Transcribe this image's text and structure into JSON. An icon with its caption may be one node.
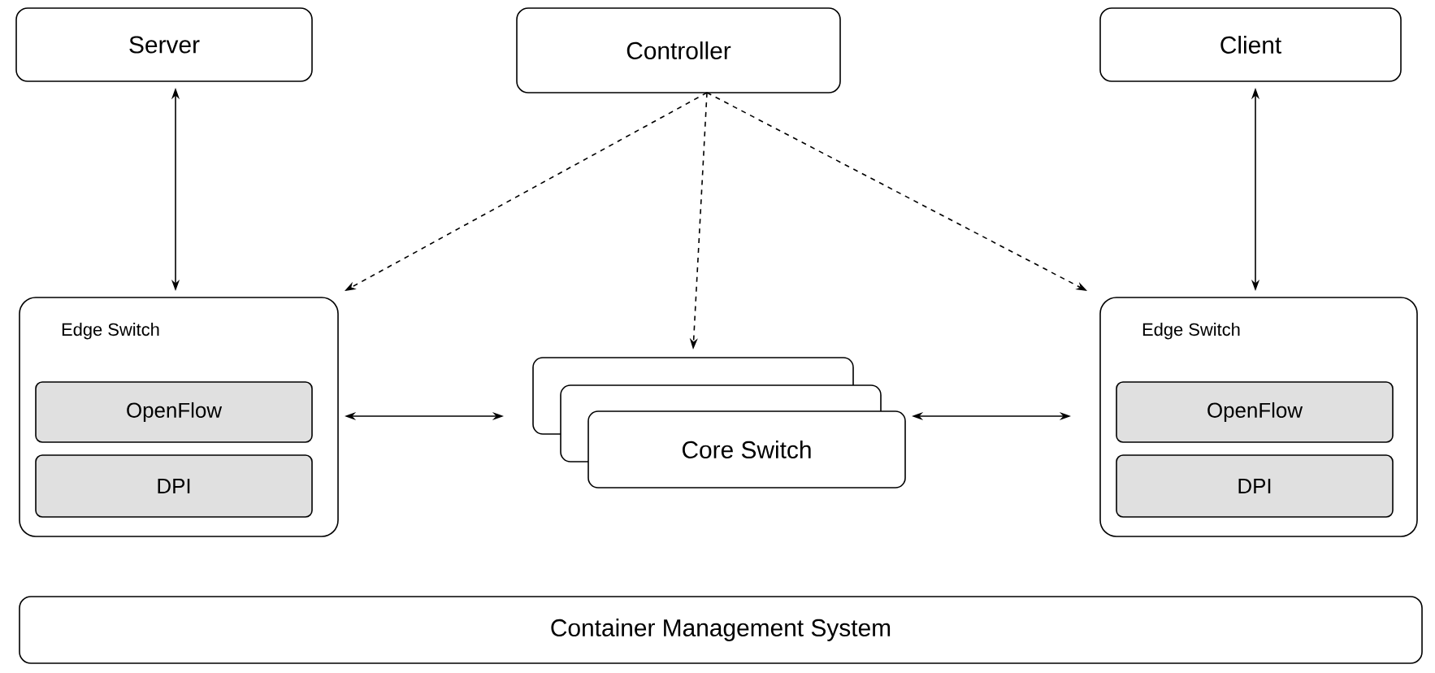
{
  "diagram": {
    "nodes": [
      {
        "text": [
          "Server"
        ]
      },
      {
        "text": [
          "Controller"
        ]
      },
      {
        "text": [
          "Client"
        ]
      },
      {
        "text": [
          "Edge Switch"
        ]
      },
      {
        "text": [
          "OpenFlow"
        ],
        "in": 3
      },
      {
        "text": [
          "DPI"
        ],
        "in": 3
      },
      {
        "text": [
          "Core Switch"
        ]
      },
      {
        "text": [
          "Edge Switch"
        ]
      },
      {
        "text": [
          "OpenFlow"
        ],
        "in": 7
      },
      {
        "text": [
          "DPI"
        ],
        "in": 7
      },
      {
        "text": [
          "Container Management System"
        ]
      }
    ],
    "edges": [
      {
        "from": 0,
        "to": 3,
        "arrow": "both"
      },
      {
        "from": 1,
        "to": 3,
        "arrow": "to",
        "style": "dashed"
      },
      {
        "from": 1,
        "to": 6,
        "arrow": "to",
        "style": "dashed"
      },
      {
        "from": 1,
        "to": 7,
        "arrow": "to",
        "style": "dashed"
      },
      {
        "from": 2,
        "to": 7,
        "arrow": "both"
      },
      {
        "from": 3,
        "to": 6,
        "arrow": "both"
      },
      {
        "from": 6,
        "to": 7,
        "arrow": "both"
      }
    ]
  }
}
